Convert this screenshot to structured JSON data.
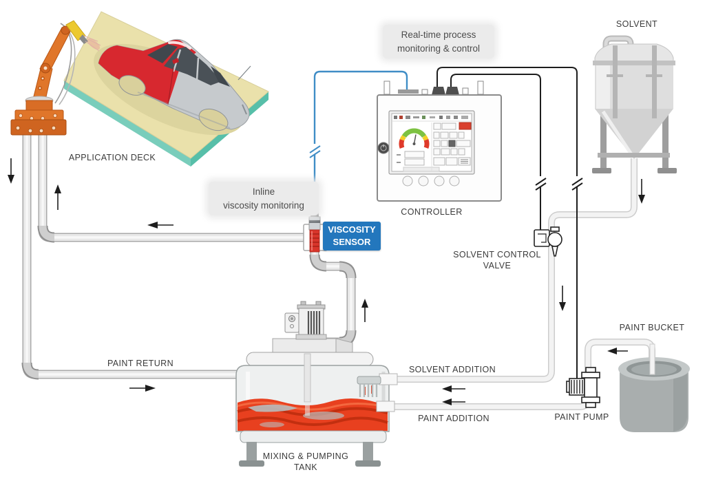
{
  "diagram": {
    "labels": {
      "application_deck": "APPLICATION DECK",
      "realtime_callout": "Real-time process\nmonitoring & control",
      "controller": "CONTROLLER",
      "solvent": "SOLVENT",
      "inline_callout": "Inline\nviscosity monitoring",
      "viscosity_sensor": "VISCOSITY\nSENSOR",
      "solvent_control_valve": "SOLVENT CONTROL\nVALVE",
      "paint_return": "PAINT RETURN",
      "solvent_addition": "SOLVENT ADDITION",
      "paint_addition": "PAINT ADDITION",
      "paint_pump": "PAINT PUMP",
      "paint_bucket": "PAINT BUCKET",
      "mixing_pumping_tank": "MIXING & PUMPING\nTANK"
    },
    "colors": {
      "sensor_badge": "#2377bd",
      "callout_bg": "#ebebeb",
      "label_text": "#3a3a3a",
      "paint_red": "#e23a1c",
      "robot_orange": "#e0762a",
      "deck_top": "#eae1ab",
      "deck_edge_teal": "#6fc8b5",
      "cable_signal_blue": "#3f8dc6",
      "cable_black": "#1d1d1d",
      "pipe_gray": "#e8e8e8",
      "gauge_green": "#7dc242",
      "gauge_yellow": "#f2cf27",
      "gauge_red": "#df3a2a"
    }
  }
}
